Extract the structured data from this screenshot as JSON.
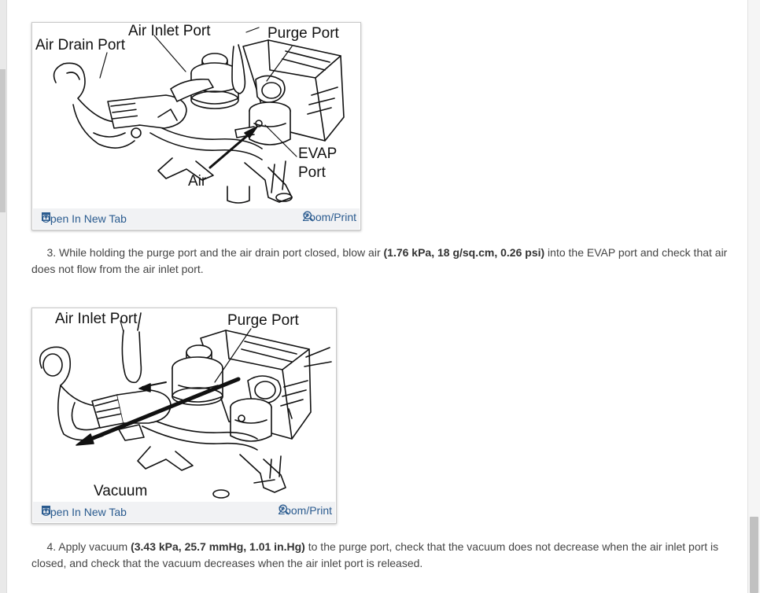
{
  "figures": [
    {
      "labels": {
        "air_inlet_port": "Air Inlet Port",
        "air_drain_port": "Air Drain Port",
        "purge_port": "Purge Port",
        "evap_port_1": "EVAP",
        "evap_port_2": "Port",
        "air": "Air"
      },
      "open_tab_label": "Open In New Tab",
      "zoom_label": "Zoom/Print"
    },
    {
      "labels": {
        "air_inlet_port": "Air Inlet Port",
        "purge_port": "Purge Port",
        "vacuum": "Vacuum"
      },
      "open_tab_label": "Open In New Tab",
      "zoom_label": "Zoom/Print"
    }
  ],
  "steps": [
    {
      "number": "3.",
      "text_before": " While holding the purge port and the air drain port closed, blow air ",
      "bold": "(1.76 kPa, 18 g/sq.cm, 0.26 psi)",
      "text_after": " into the EVAP port and check that air does not flow from the air inlet port."
    },
    {
      "number": "4.",
      "text_before": " Apply vacuum ",
      "bold": "(3.43 kPa, 25.7 mmHg, 1.01 in.Hg)",
      "text_after": " to the purge port, check that the vacuum does not decrease when the air inlet port is closed, and check that the vacuum decreases when the air inlet port is released."
    }
  ],
  "colors": {
    "link": "#2a5b8f",
    "footer_bg": "#f1f2f4",
    "body_text": "#444444"
  },
  "icons": [
    "open-in-new-tab-icon",
    "zoom-in-icon"
  ]
}
